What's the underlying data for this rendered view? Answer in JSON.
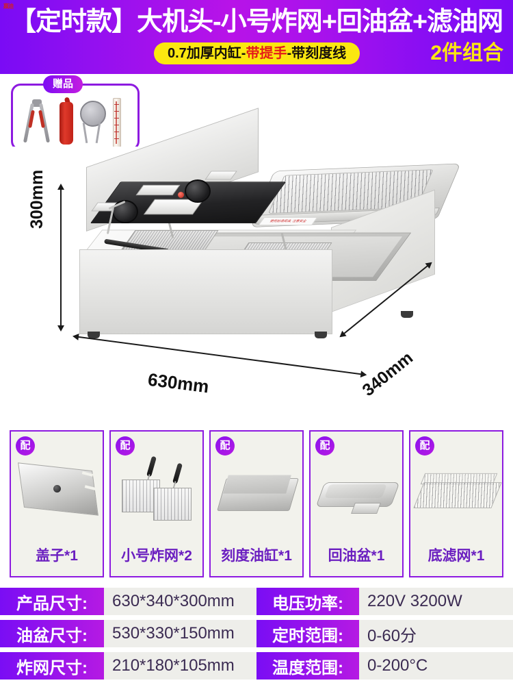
{
  "header": {
    "watermark": "嘉迪",
    "title": "【定时款】大机头-小号炸网+回油盆+滤油网",
    "subtitle_parts": {
      "before": "0.7加厚内缸-",
      "highlight": "带提手",
      "after": "-带刻度线"
    },
    "combo_badge": "2件组合"
  },
  "gift": {
    "badge": "赠品",
    "items": [
      {
        "name": "tongs-icon"
      },
      {
        "name": "squeeze-bottle-icon"
      },
      {
        "name": "strainer-icon"
      },
      {
        "name": "thermometer-icon"
      }
    ]
  },
  "product": {
    "dimensions": {
      "height": "300mm",
      "width": "630mm",
      "depth": "340mm"
    },
    "warning_label": "使用前请阅读, 注意安全"
  },
  "accessories": {
    "badge": "配",
    "items": [
      {
        "label": "盖子*1",
        "art": "lid"
      },
      {
        "label": "小号炸网*2",
        "art": "baskets"
      },
      {
        "label": "刻度油缸*1",
        "art": "oil-tank"
      },
      {
        "label": "回油盆*1",
        "art": "return-pan"
      },
      {
        "label": "底滤网*1",
        "art": "bottom-filter"
      }
    ]
  },
  "specs": {
    "left": [
      {
        "label": "产品尺寸:",
        "value": "630*340*300mm"
      },
      {
        "label": "油盆尺寸:",
        "value": "530*330*150mm"
      },
      {
        "label": "炸网尺寸:",
        "value": "210*180*105mm"
      }
    ],
    "right": [
      {
        "label": "电压功率:",
        "value": "220V  3200W"
      },
      {
        "label": "定时范围:",
        "value": "0-60分"
      },
      {
        "label": "温度范围:",
        "value": "0-200°C"
      }
    ]
  },
  "colors": {
    "header_purple": "#7a0bf5",
    "header_magenta": "#b813e8",
    "accent_yellow": "#fbe710",
    "highlight_red": "#e51a1a",
    "card_border": "#8d1ae0",
    "label_text": "#6b1fc0"
  }
}
